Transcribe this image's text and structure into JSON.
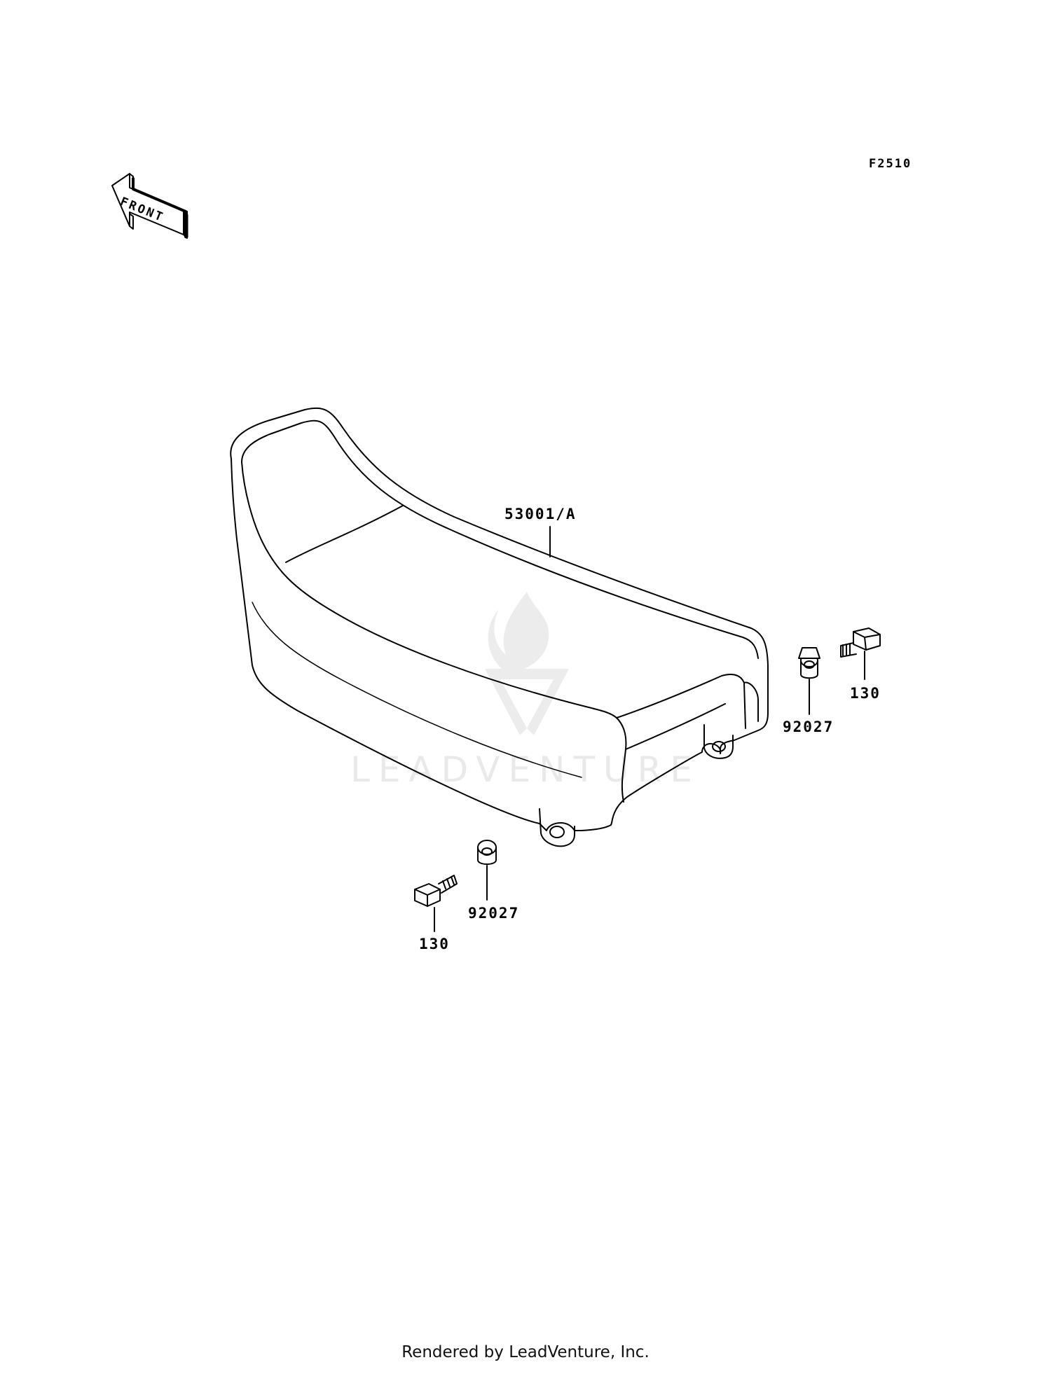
{
  "figure_code": "F2510",
  "front_arrow": {
    "label": "FRONT",
    "icon": "front-arrow-icon"
  },
  "callouts": {
    "seat": "53001/A",
    "collar_right": "92027",
    "bolt_right": "130",
    "collar_left": "92027",
    "bolt_left": "130"
  },
  "watermark": {
    "text": "LEADVENTURE",
    "icon": "leadventure-logo-icon"
  },
  "footer": {
    "text": "Rendered by LeadVenture, Inc."
  }
}
